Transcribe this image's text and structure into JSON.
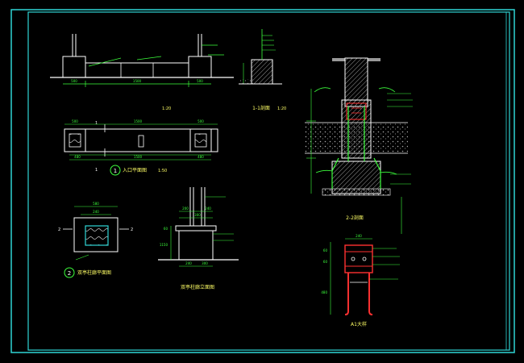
{
  "colors": {
    "background": "#000000",
    "frame": "#2fd6d6",
    "geometry": "#ffffff",
    "dimension": "#3cff3c",
    "annotation": "#ffff66",
    "accent_red": "#ff3030",
    "hatch": "#aaaaaa"
  },
  "titles": {
    "front_elevation": "",
    "front_scale": "1:20",
    "section_1": "1-1剖面",
    "section_1_scale": "1:20",
    "plan_1": "入口平面图",
    "plan_1_num": "1",
    "plan_1_scale": "1:50",
    "plan_2": "双亭柱廊平面图",
    "plan_2_num": "2",
    "elev_2": "双亭柱廊立面图",
    "section_2": "2-2剖面",
    "detail_a": "A1大样"
  },
  "markers": {
    "cut_1": "1",
    "cut_2": "2"
  },
  "dimensions": {
    "front": [
      "500",
      "1500",
      "500"
    ],
    "plan_1_top": [
      "500",
      "1500",
      "500"
    ],
    "plan_1_bottom": [
      "480",
      "1500",
      "480"
    ],
    "plan_2": [
      "580",
      "240"
    ],
    "elev_2_top": [
      "200",
      "300",
      "240"
    ],
    "elev_2_bottom": [
      "240",
      "300"
    ],
    "elev_2_side": [
      "60",
      "1150"
    ],
    "detail_side": [
      "60",
      "60"
    ],
    "detail_top": "240",
    "detail_tail": "480"
  }
}
